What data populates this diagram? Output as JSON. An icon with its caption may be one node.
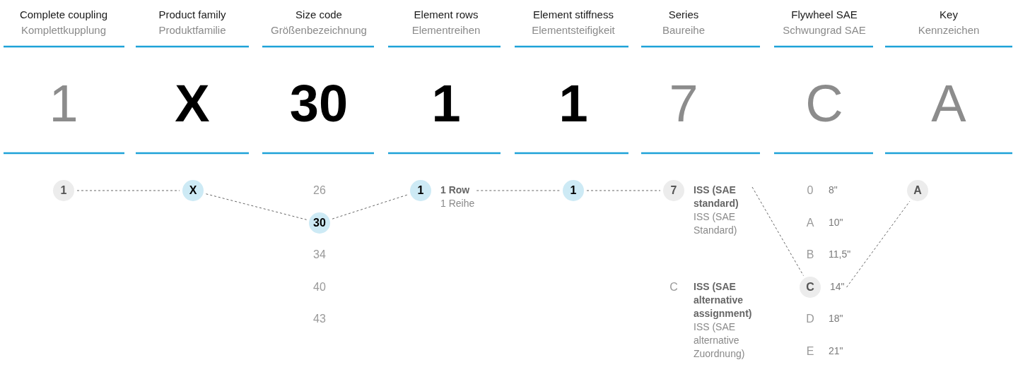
{
  "diagram": {
    "nodes": [
      {
        "text": [
          "1"
        ]
      },
      {
        "text": [
          "X"
        ]
      },
      {
        "text": [
          "30"
        ]
      },
      {
        "text": [
          "1"
        ],
        "beside": [
          "1 Row",
          "1 Reihe"
        ]
      },
      {
        "text": [
          "1"
        ]
      },
      {
        "text": [
          "7"
        ],
        "beside": [
          "ISS (SAE standard)",
          "ISS (SAE Standard)"
        ]
      },
      {
        "text": [
          "C"
        ],
        "beside": [
          "14\""
        ]
      },
      {
        "text": [
          "A"
        ]
      }
    ],
    "edges": [
      {
        "from": 0,
        "to": 1,
        "arrow": "none"
      },
      {
        "from": 1,
        "to": 2,
        "arrow": "none"
      },
      {
        "from": 2,
        "to": 3,
        "arrow": "none"
      },
      {
        "from": 3,
        "to": 4,
        "arrow": "none"
      },
      {
        "from": 4,
        "to": 5,
        "arrow": "none"
      },
      {
        "from": 5,
        "to": 6,
        "arrow": "none"
      },
      {
        "from": 6,
        "to": 7,
        "arrow": "none"
      }
    ],
    "labels": [
      "Complete coupling",
      "Komplettkupplung",
      "Product family",
      "Produktfamilie",
      "Size code",
      "Größenbezeichnung",
      "Element rows",
      "Elementreihen",
      "Element stiffness",
      "Elementsteifigkeit",
      "Series",
      "Baureihe",
      "Flywheel SAE",
      "Schwungrad SAE",
      "Key",
      "Kennzeichen",
      "1",
      "X",
      "30",
      "1",
      "1",
      "7",
      "C",
      "A",
      "26",
      "34",
      "40",
      "43",
      "C",
      "ISS (SAE alternative assignment)",
      "ISS (SAE alternative Zuordnung)",
      "0",
      "8\"",
      "A",
      "10\"",
      "B",
      "11,5\"",
      "D",
      "18\"",
      "E",
      "21\""
    ]
  }
}
